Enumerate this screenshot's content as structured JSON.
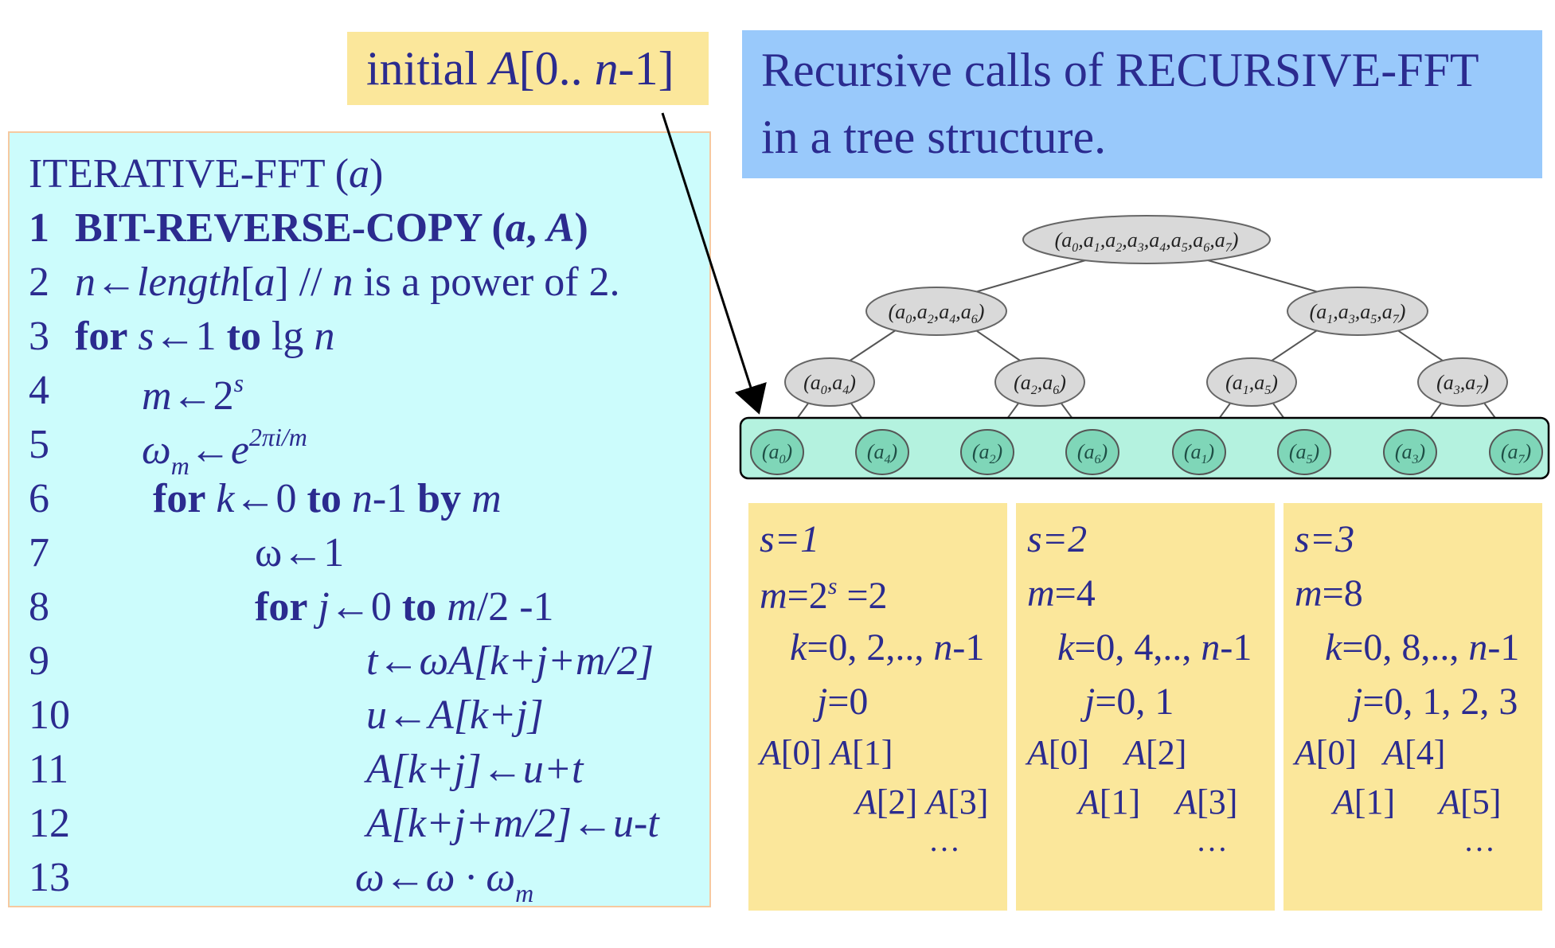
{
  "initial_label": {
    "prefix": "initial ",
    "var": "A",
    "range": "[0.. ",
    "n": "n",
    "suffix": "-1]"
  },
  "recursive_label": {
    "line1": "Recursive calls of RECURSIVE-FFT",
    "line2": "in a tree structure."
  },
  "code": {
    "header_name": "ITERATIVE-FFT (",
    "header_arg": "a",
    "header_close": ")",
    "lines": [
      {
        "num": "1",
        "text": "BIT-REVERSE-COPY (a, A)"
      },
      {
        "num": "2",
        "text": "n←length[a]  // n is a power of 2."
      },
      {
        "num": "3",
        "text": "for s←1 to lg n"
      },
      {
        "num": "4",
        "text": "m←2s"
      },
      {
        "num": "5",
        "text": "ωm←e2πi/m"
      },
      {
        "num": "6",
        "text": "for k←0 to n-1 by m"
      },
      {
        "num": "7",
        "text": "ω←1"
      },
      {
        "num": "8",
        "text": "for j←0 to m/2 -1"
      },
      {
        "num": "9",
        "text": "t←ωA[k+j+m/2]"
      },
      {
        "num": "10",
        "text": "u←A[k+j]"
      },
      {
        "num": "11",
        "text": "A[k+j]←u+t"
      },
      {
        "num": "12",
        "text": "A[k+j+m/2]←u-t"
      },
      {
        "num": "13",
        "text": "ω←ω · ωm"
      }
    ]
  },
  "tree": {
    "root": "(a0,a1,a2,a3,a4,a5,a6,a7)",
    "level1": [
      "(a0,a2,a4,a6)",
      "(a1,a3,a5,a7)"
    ],
    "level2": [
      "(a0,a4)",
      "(a2,a6)",
      "(a1,a5)",
      "(a3,a7)"
    ],
    "leaves": [
      "(a0)",
      "(a4)",
      "(a2)",
      "(a6)",
      "(a1)",
      "(a5)",
      "(a3)",
      "(a7)"
    ],
    "colors": {
      "node_fill": "#d9d9d9",
      "leaf_fill": "#7fd6b8",
      "leaf_band": "#b4f2df"
    }
  },
  "stages": [
    {
      "s": "s=1",
      "m": "m=2s =2",
      "k": "k=0, 2,.., n-1",
      "j": "j=0",
      "a1": "A[0] A[1]",
      "a2": "A[2] A[3]",
      "dots": "…"
    },
    {
      "s": "s=2",
      "m": "m=4",
      "k": "k=0, 4,.., n-1",
      "j": "j=0, 1",
      "a1": "A[0]    A[2]",
      "a2": "A[1]    A[3]",
      "dots": "…"
    },
    {
      "s": "s=3",
      "m": "m=8",
      "k": "k=0, 8,.., n-1",
      "j": "j=0, 1, 2, 3",
      "a1": "A[0]   A[4]",
      "a2": "A[1]     A[5]",
      "dots": "…"
    }
  ],
  "colors": {
    "text": "#2b2b8f",
    "code_bg": "#ccfcfc",
    "yellow": "#fbe79b",
    "blue": "#99c9fb"
  }
}
